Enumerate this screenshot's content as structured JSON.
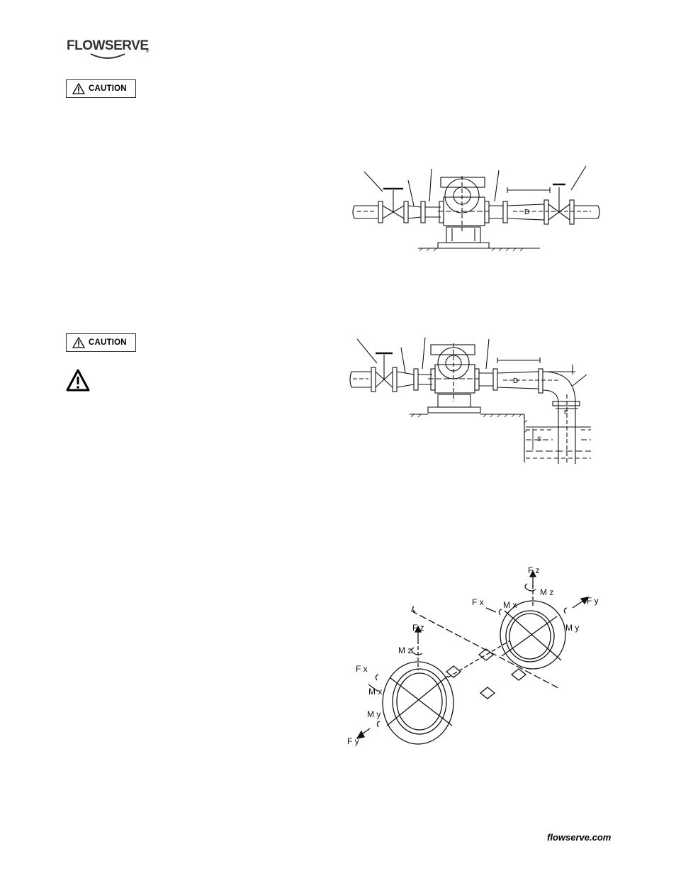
{
  "header": {
    "logo_text": "FLOWSERVE",
    "logo_mark": "®"
  },
  "cautions": [
    {
      "label": "CAUTION",
      "icon": "warning-triangle-icon"
    },
    {
      "label": "CAUTION",
      "icon": "warning-triangle-icon"
    }
  ],
  "warning_icon": "warning-triangle-icon",
  "figures": {
    "piping_1": {
      "labels": {
        "dimension": "D"
      }
    },
    "piping_2": {
      "labels": {
        "dimension": "D",
        "submergence": "S",
        "entry": "E"
      }
    },
    "nozzle_loads": {
      "labels": {
        "fz_top": "F z",
        "mz_top": "M z",
        "fx_top": "F x",
        "mx_top": "M x",
        "fy_top": "F y",
        "my_top": "M y",
        "fz_left": "F z",
        "mz_left": "M z",
        "fx_left": "F x",
        "mx_left": "M x",
        "my_left": "M y",
        "fy_left": "F y"
      }
    }
  },
  "footer": {
    "site": "flowserve.com"
  },
  "colors": {
    "text": "#000000",
    "logo": "#333333",
    "drawing": "#111111"
  }
}
